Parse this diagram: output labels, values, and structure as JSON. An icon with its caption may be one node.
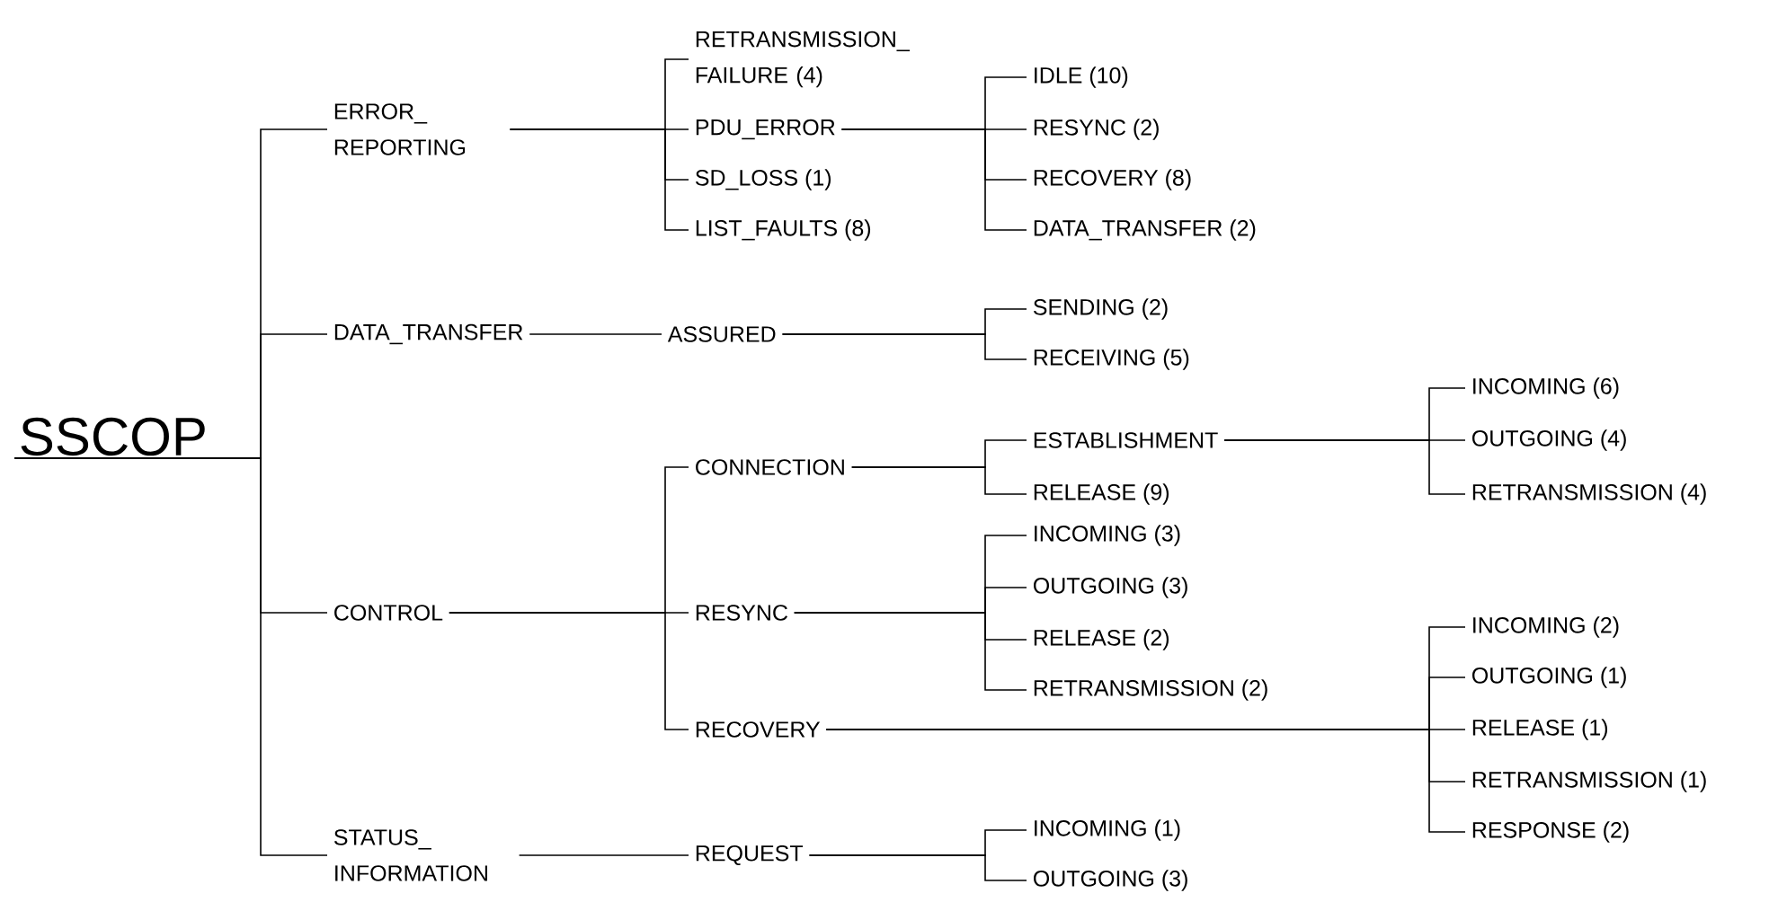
{
  "diagram": {
    "nodes": [
      {
        "text": [
          "SSCOP"
        ]
      },
      {
        "text": [
          "ERROR_ REPORTING"
        ]
      },
      {
        "text": [
          "RETRANSMISSION_ FAILURE (4)"
        ]
      },
      {
        "text": [
          "PDU_ERROR"
        ]
      },
      {
        "text": [
          "SD_LOSS (1)"
        ]
      },
      {
        "text": [
          "LIST_FAULTS (8)"
        ]
      },
      {
        "text": [
          "IDLE (10)"
        ]
      },
      {
        "text": [
          "RESYNC (2)"
        ]
      },
      {
        "text": [
          "RECOVERY (8)"
        ]
      },
      {
        "text": [
          "DATA_TRANSFER (2)"
        ]
      },
      {
        "text": [
          "DATA_TRANSFER"
        ]
      },
      {
        "text": [
          "ASSURED"
        ]
      },
      {
        "text": [
          "SENDING (2)"
        ]
      },
      {
        "text": [
          "RECEIVING (5)"
        ]
      },
      {
        "text": [
          "CONTROL"
        ]
      },
      {
        "text": [
          "CONNECTION"
        ]
      },
      {
        "text": [
          "ESTABLISHMENT"
        ]
      },
      {
        "text": [
          "INCOMING (6)"
        ]
      },
      {
        "text": [
          "OUTGOING (4)"
        ]
      },
      {
        "text": [
          "RETRANSMISSION (4)"
        ]
      },
      {
        "text": [
          "RELEASE (9)"
        ]
      },
      {
        "text": [
          "RESYNC"
        ]
      },
      {
        "text": [
          "INCOMING (3)"
        ]
      },
      {
        "text": [
          "OUTGOING (3)"
        ]
      },
      {
        "text": [
          "RELEASE (2)"
        ]
      },
      {
        "text": [
          "RETRANSMISSION (2)"
        ]
      },
      {
        "text": [
          "RECOVERY"
        ]
      },
      {
        "text": [
          "INCOMING (2)"
        ]
      },
      {
        "text": [
          "OUTGOING (1)"
        ]
      },
      {
        "text": [
          "RELEASE (1)"
        ]
      },
      {
        "text": [
          "RETRANSMISSION (1)"
        ]
      },
      {
        "text": [
          "RESPONSE (2)"
        ]
      },
      {
        "text": [
          "STATUS_ INFORMATION"
        ]
      },
      {
        "text": [
          "REQUEST"
        ]
      },
      {
        "text": [
          "INCOMING (1)"
        ]
      },
      {
        "text": [
          "OUTGOING (3)"
        ]
      }
    ],
    "edges": [
      {
        "from": 0,
        "to": 1,
        "arrow": "none"
      },
      {
        "from": 0,
        "to": 10,
        "arrow": "none"
      },
      {
        "from": 0,
        "to": 14,
        "arrow": "none"
      },
      {
        "from": 0,
        "to": 32,
        "arrow": "none"
      },
      {
        "from": 1,
        "to": 2,
        "arrow": "none"
      },
      {
        "from": 1,
        "to": 3,
        "arrow": "none"
      },
      {
        "from": 1,
        "to": 4,
        "arrow": "none"
      },
      {
        "from": 1,
        "to": 5,
        "arrow": "none"
      },
      {
        "from": 3,
        "to": 6,
        "arrow": "none"
      },
      {
        "from": 3,
        "to": 7,
        "arrow": "none"
      },
      {
        "from": 3,
        "to": 8,
        "arrow": "none"
      },
      {
        "from": 3,
        "to": 9,
        "arrow": "none"
      },
      {
        "from": 10,
        "to": 11,
        "arrow": "none"
      },
      {
        "from": 11,
        "to": 12,
        "arrow": "none"
      },
      {
        "from": 11,
        "to": 13,
        "arrow": "none"
      },
      {
        "from": 14,
        "to": 15,
        "arrow": "none"
      },
      {
        "from": 14,
        "to": 21,
        "arrow": "none"
      },
      {
        "from": 14,
        "to": 26,
        "arrow": "none"
      },
      {
        "from": 15,
        "to": 16,
        "arrow": "none"
      },
      {
        "from": 15,
        "to": 20,
        "arrow": "none"
      },
      {
        "from": 16,
        "to": 17,
        "arrow": "none"
      },
      {
        "from": 16,
        "to": 18,
        "arrow": "none"
      },
      {
        "from": 16,
        "to": 19,
        "arrow": "none"
      },
      {
        "from": 21,
        "to": 22,
        "arrow": "none"
      },
      {
        "from": 21,
        "to": 23,
        "arrow": "none"
      },
      {
        "from": 21,
        "to": 24,
        "arrow": "none"
      },
      {
        "from": 21,
        "to": 25,
        "arrow": "none"
      },
      {
        "from": 26,
        "to": 27,
        "arrow": "none"
      },
      {
        "from": 26,
        "to": 28,
        "arrow": "none"
      },
      {
        "from": 26,
        "to": 29,
        "arrow": "none"
      },
      {
        "from": 26,
        "to": 30,
        "arrow": "none"
      },
      {
        "from": 26,
        "to": 31,
        "arrow": "none"
      },
      {
        "from": 32,
        "to": 33,
        "arrow": "none"
      },
      {
        "from": 33,
        "to": 34,
        "arrow": "none"
      },
      {
        "from": 33,
        "to": 35,
        "arrow": "none"
      }
    ]
  }
}
